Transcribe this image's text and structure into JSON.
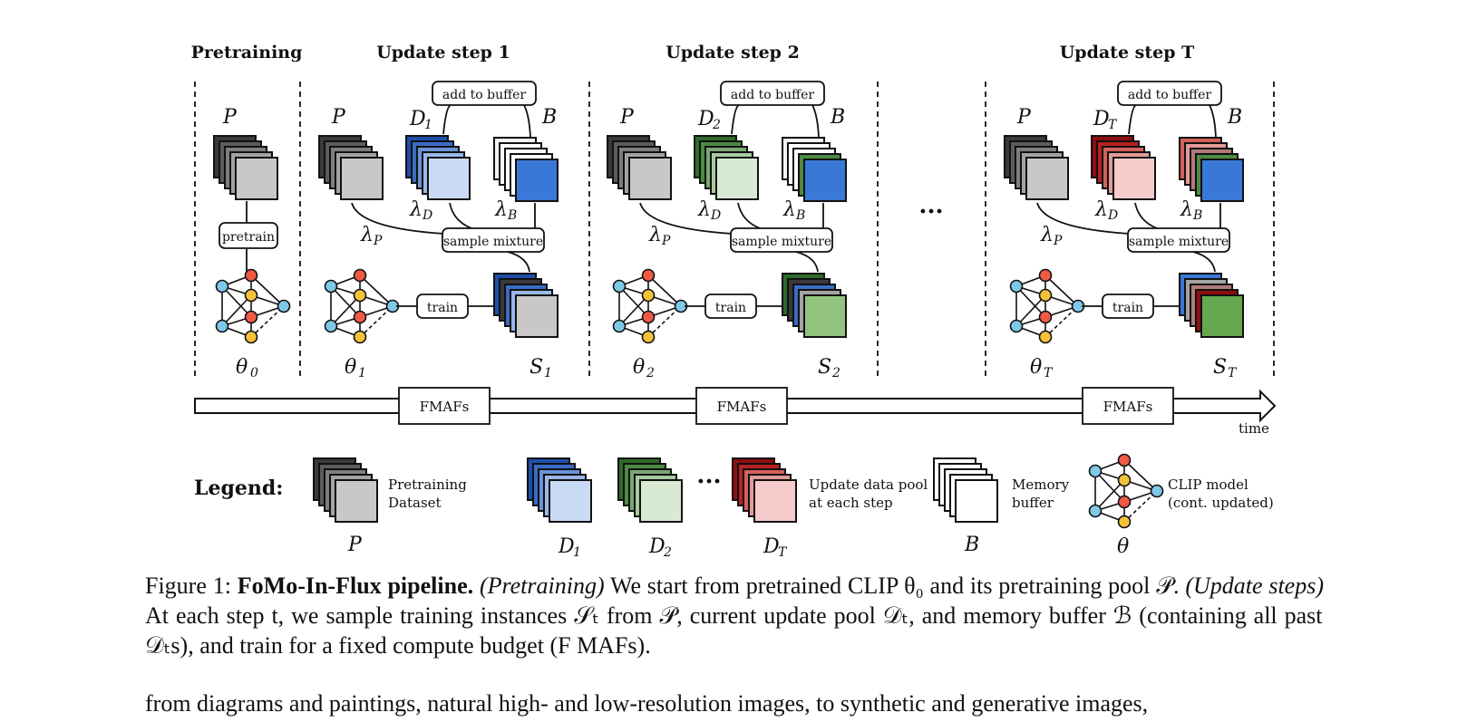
{
  "headers": {
    "pretraining": "Pretraining",
    "step1": "Update step 1",
    "step2": "Update step 2",
    "stepT": "Update step T"
  },
  "symbols": {
    "P": "P",
    "D": "D",
    "B": "B",
    "S": "S",
    "theta": "θ",
    "lambda": "λ",
    "sub0": "0",
    "sub1": "1",
    "sub2": "2",
    "subT": "T"
  },
  "boxes": {
    "pretrain": "pretrain",
    "add_to_buffer": "add to buffer",
    "sample_mixture": "sample mixture",
    "train": "train",
    "fmafs": "FMAFs"
  },
  "timeline": {
    "time_label": "time",
    "ellipsis": "···"
  },
  "legend": {
    "title": "Legend:",
    "pretraining_dataset_1": "Pretraining",
    "pretraining_dataset_2": "Dataset",
    "update_pool_1": "Update data pool",
    "update_pool_2": "at each step",
    "memory_buffer_1": "Memory",
    "memory_buffer_2": "buffer",
    "clip_1": "CLIP model",
    "clip_2": "(cont. updated)"
  },
  "caption": {
    "prefix": "Figure 1: ",
    "title": "FoMo-In-Flux pipeline.",
    "p1_italic": "(Pretraining)",
    "p1_text": " We start from pretrained CLIP θ₀ and its pretraining pool 𝒫. ",
    "p2_italic": "(Update steps)",
    "p2_text": " At each step t, we sample training instances 𝒮ₜ from 𝒫, current update pool 𝒟ₜ, and memory buffer ℬ (containing all past 𝒟ₜs), and train for a fixed compute budget (F MAFs)."
  },
  "body_text": "from diagrams and paintings, natural high- and low-resolution images, to synthetic and generative images,",
  "colors": {
    "pool_gray": [
      "#3a3a3a",
      "#5c5c5c",
      "#7e7e7e",
      "#a3a3a3",
      "#c8c8c8"
    ],
    "d1_blue": [
      "#1f4fa8",
      "#3a6cc4",
      "#6a93d8",
      "#9ab7e6",
      "#c9daf5"
    ],
    "d2_green": [
      "#2f6a2a",
      "#4d8a44",
      "#7aa873",
      "#a8c9a1",
      "#d9ead4"
    ],
    "dT_red": [
      "#8c0f12",
      "#b5221f",
      "#d4605c",
      "#e29a97",
      "#f5cccb"
    ],
    "buffer_blue": "#3a78d8",
    "node_red": "#ef5a45",
    "node_yellow": "#f6c23c",
    "node_blue": "#7fc8e8"
  }
}
